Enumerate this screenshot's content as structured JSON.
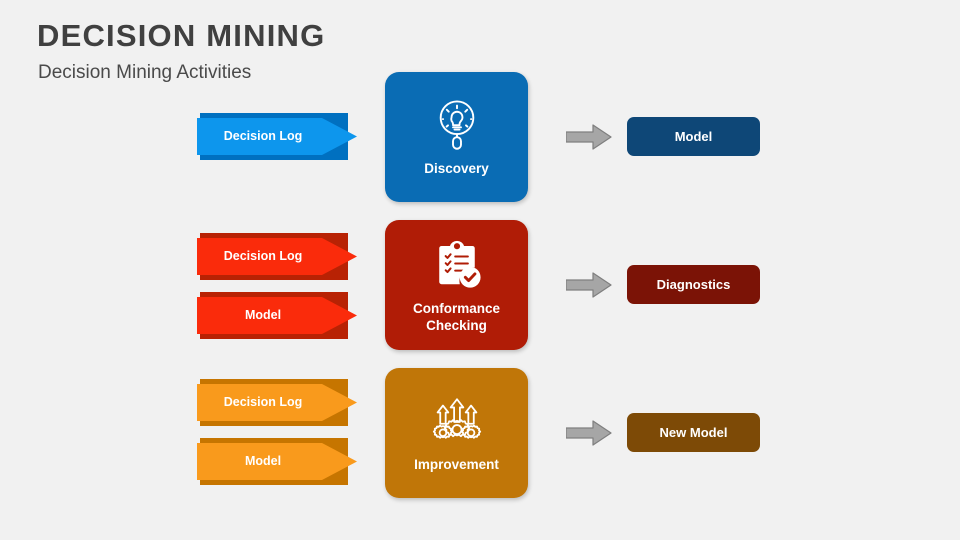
{
  "header": {
    "title": "DECISION MINING",
    "subtitle": "Decision Mining Activities",
    "title_color": "#404040"
  },
  "canvas": {
    "background": "#f1f1f1",
    "connector_fill": "#a6a6a6",
    "connector_stroke": "#7f7f7f"
  },
  "rows": [
    {
      "id": "discovery",
      "card": {
        "label": "Discovery",
        "color": "#0a6cb4",
        "icon": "magnifier-lightbulb-icon"
      },
      "inputs": [
        {
          "label": "Decision Log",
          "fill": "#0d96ed",
          "back": "#0070c0"
        }
      ],
      "connector": {
        "name": "arrow-right-icon"
      },
      "output": {
        "label": "Model",
        "color": "#0e4777"
      }
    },
    {
      "id": "conformance-checking",
      "card": {
        "label": "Conformance\nChecking",
        "color": "#b01c06",
        "icon": "clipboard-check-icon"
      },
      "inputs": [
        {
          "label": "Decision Log",
          "fill": "#fa2b0b",
          "back": "#b82204"
        },
        {
          "label": "Model",
          "fill": "#fa2b0b",
          "back": "#b82204"
        }
      ],
      "connector": {
        "name": "arrow-right-icon"
      },
      "output": {
        "label": "Diagnostics",
        "color": "#7b1306"
      }
    },
    {
      "id": "improvement",
      "card": {
        "label": "Improvement",
        "color": "#c07608",
        "icon": "gears-up-arrows-icon"
      },
      "inputs": [
        {
          "label": "Decision Log",
          "fill": "#f99a1c",
          "back": "#c67500"
        },
        {
          "label": "Model",
          "fill": "#f99a1c",
          "back": "#c67500"
        }
      ],
      "connector": {
        "name": "arrow-right-icon"
      },
      "output": {
        "label": "New Model",
        "color": "#7d4a06"
      }
    }
  ]
}
